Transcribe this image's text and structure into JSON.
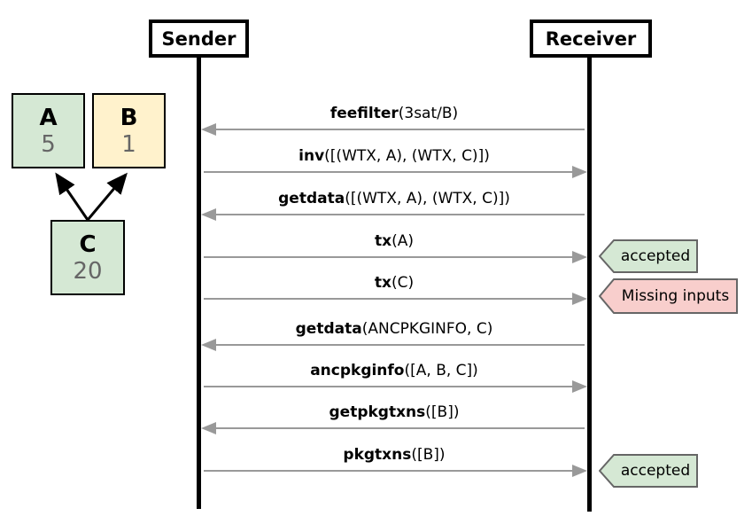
{
  "colors": {
    "green_fill": "#d5e8d4",
    "yellow_fill": "#fff2cc",
    "pink_fill": "#f8cecc",
    "arrow": "#999999",
    "badge_border": "#666666",
    "fee_text": "#666666"
  },
  "actors": {
    "sender": "Sender",
    "receiver": "Receiver"
  },
  "tx_graph": {
    "nodes": [
      {
        "id": "A",
        "fee": "5",
        "color": "green"
      },
      {
        "id": "B",
        "fee": "1",
        "color": "yellow"
      },
      {
        "id": "C",
        "fee": "20",
        "color": "green"
      }
    ],
    "edges": [
      {
        "from": "C",
        "to": "A"
      },
      {
        "from": "C",
        "to": "B"
      }
    ]
  },
  "messages": [
    {
      "name": "feefilter",
      "args": "(3sat/B)",
      "direction": "to_sender"
    },
    {
      "name": "inv",
      "args": "([(WTX, A), (WTX, C)])",
      "direction": "to_receiver"
    },
    {
      "name": "getdata",
      "args": "([(WTX, A), (WTX, C)])",
      "direction": "to_sender"
    },
    {
      "name": "tx",
      "args": "(A)",
      "direction": "to_receiver",
      "annotation": "accepted"
    },
    {
      "name": "tx",
      "args": "(C)",
      "direction": "to_receiver",
      "annotation": "Missing inputs"
    },
    {
      "name": "getdata",
      "args": "(ANCPKGINFO, C)",
      "direction": "to_sender"
    },
    {
      "name": "ancpkginfo",
      "args": "([A, B, C])",
      "direction": "to_receiver"
    },
    {
      "name": "getpkgtxns",
      "args": "([B])",
      "direction": "to_sender"
    },
    {
      "name": "pkgtxns",
      "args": "([B])",
      "direction": "to_receiver",
      "annotation": "accepted"
    }
  ]
}
